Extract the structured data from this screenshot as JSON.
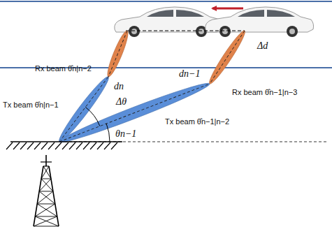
{
  "diagram": {
    "labels": [
      "Rx beam θ̂n|n−2",
      "Tx beam θ̂n|n−1",
      "dn",
      "dn−1",
      "Rx beam θ̂n−1|n−3",
      "Tx beam θ̂n−1|n−2",
      "Δθ",
      "θn−1",
      "Δd"
    ]
  }
}
